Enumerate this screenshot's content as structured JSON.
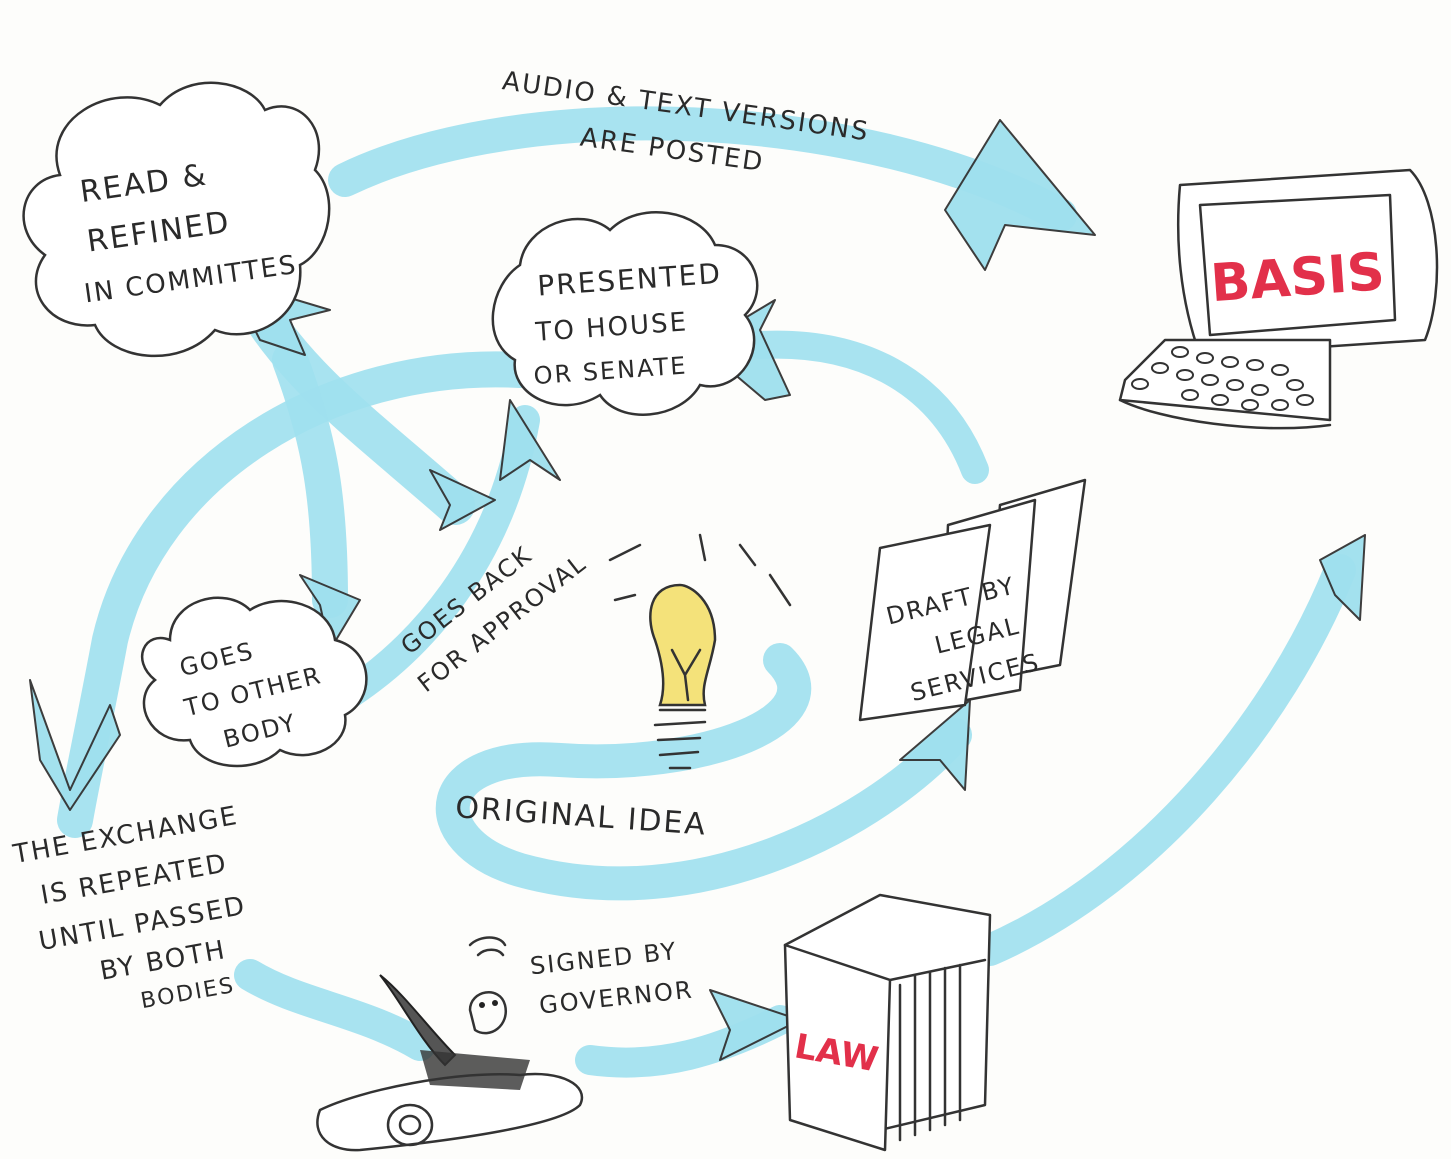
{
  "colors": {
    "arrow": "#9fe0ee",
    "red_label": "#e2304a",
    "bulb": "#f4e27a",
    "ink": "#2a2a2a"
  },
  "labels": {
    "read_refined": [
      "READ &",
      "REFINED",
      "IN COMMITTES"
    ],
    "presented": [
      "PRESENTED",
      "TO HOUSE",
      "OR SENATE"
    ],
    "goes_other": [
      "GOES",
      "TO OTHER",
      "BODY"
    ],
    "goes_back": [
      "GOES BACK",
      "FOR APPROVAL"
    ],
    "audio_text": [
      "AUDIO & TEXT VERSIONS",
      "ARE POSTED"
    ],
    "draft": [
      "DRAFT BY",
      "LEGAL",
      "SERVICES"
    ],
    "original_idea": "ORIGINAL IDEA",
    "exchange": [
      "THE EXCHANGE",
      "IS REPEATED",
      "UNTIL PASSED",
      "BY BOTH",
      "BODIES"
    ],
    "signed": [
      "SIGNED BY",
      "GOVERNOR"
    ],
    "law_book": "LAW",
    "computer_screen": "BASIS"
  },
  "icons": [
    "computer-icon",
    "lightbulb-icon",
    "law-book-icon",
    "scroll-quill-icon",
    "document-stack-icon"
  ]
}
